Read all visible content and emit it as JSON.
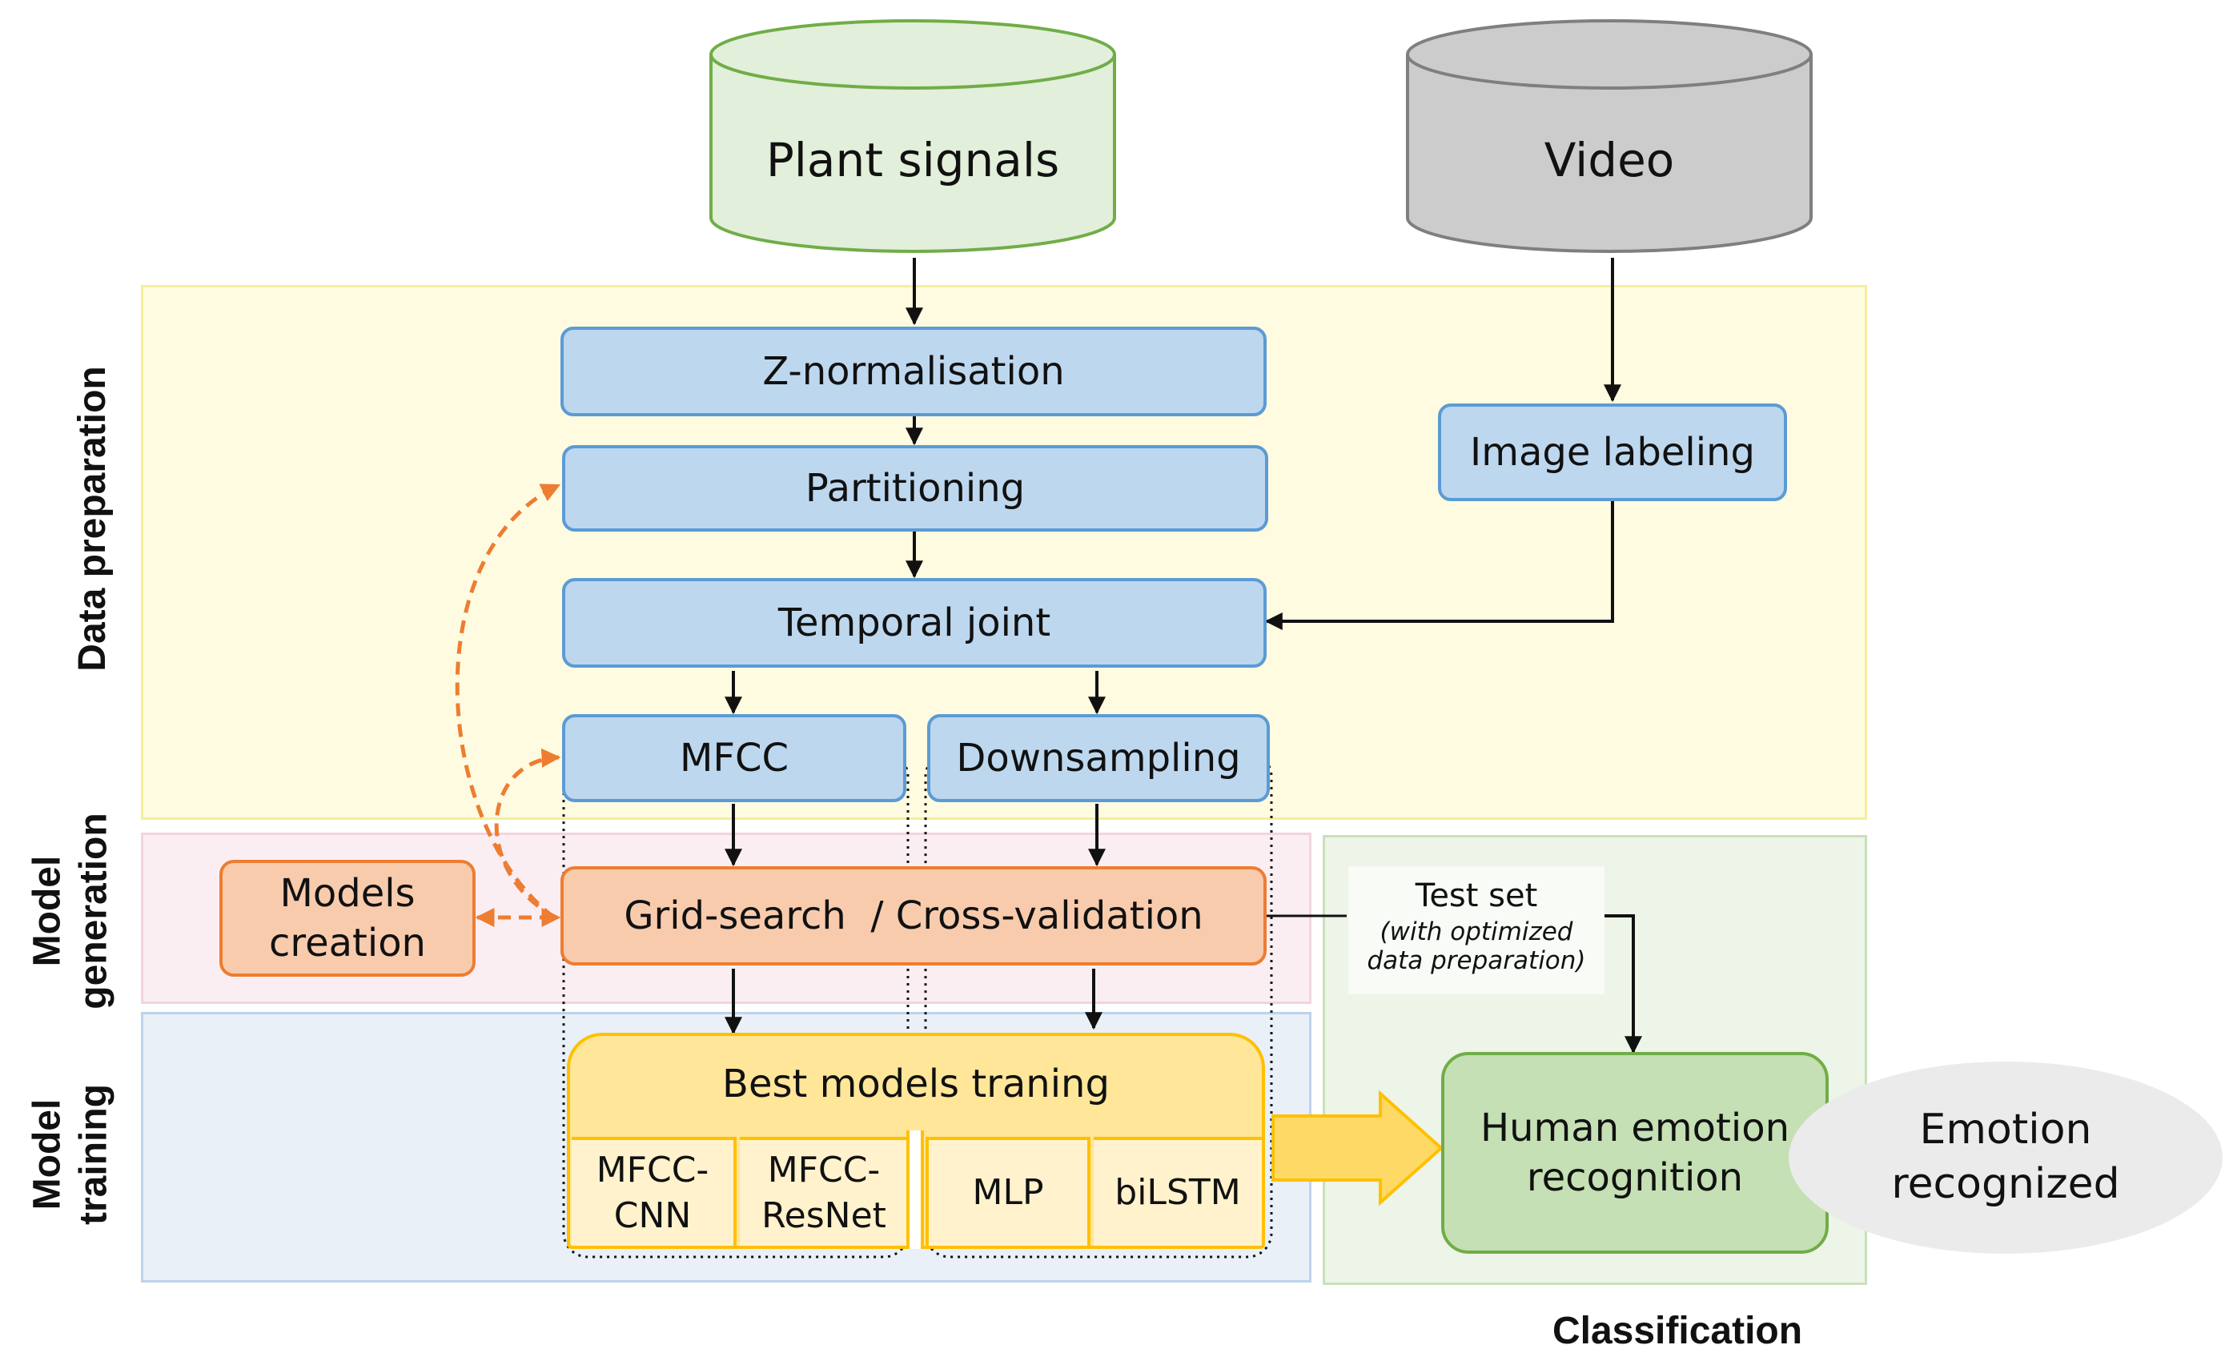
{
  "sources": {
    "plant_signals": "Plant signals",
    "video": "Video"
  },
  "stages": {
    "data_preparation": "Data preparation",
    "model_generation": [
      "Model",
      "generation"
    ],
    "model_training": [
      "Model",
      "training"
    ],
    "classification": "Classification"
  },
  "steps": {
    "z_normalisation": "Z-normalisation",
    "partitioning": "Partitioning",
    "temporal_joint": "Temporal joint",
    "image_labeling": "Image labeling",
    "mfcc": "MFCC",
    "downsampling": "Downsampling",
    "grid_search": "Grid-search  / Cross-validation",
    "models_creation": [
      "Models",
      "creation"
    ]
  },
  "training": {
    "title": "Best models traning",
    "models": [
      [
        "MFCC-",
        "CNN"
      ],
      [
        "MFCC-",
        "ResNet"
      ],
      [
        "MLP"
      ],
      [
        "biLSTM"
      ]
    ]
  },
  "test_set": {
    "title": "Test set",
    "note": [
      "(with optimized",
      "data preparation)"
    ]
  },
  "recognition": [
    "Human emotion",
    "recognition"
  ],
  "result": [
    "Emotion",
    "recognized"
  ],
  "colors": {
    "blue_fill": "#bdd7ee",
    "orange_fill": "#f8cbad",
    "yellow_fill": "#ffe699",
    "green_fill": "#c5e0b4",
    "accent_orange": "#ed7d31"
  }
}
